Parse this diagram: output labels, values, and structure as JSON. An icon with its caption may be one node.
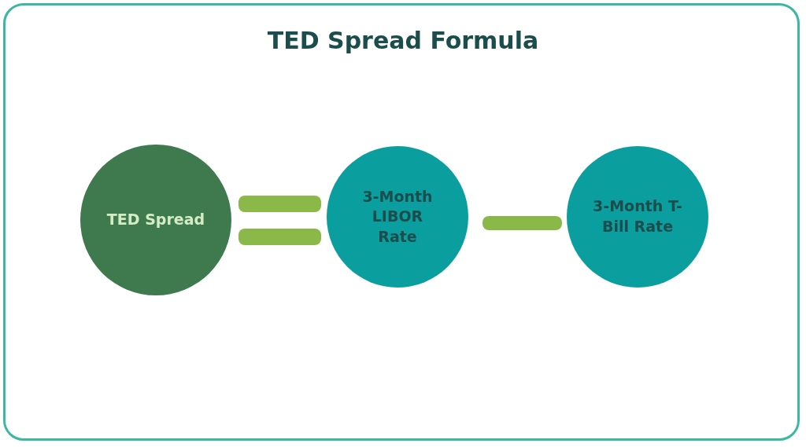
{
  "diagram": {
    "title": "TED Spread Formula",
    "nodes": [
      {
        "text": [
          "TED Spread"
        ]
      },
      {
        "text": [
          "3-Month LIBOR Rate"
        ]
      },
      {
        "text": [
          "3-Month T-Bill Rate"
        ]
      }
    ]
  }
}
